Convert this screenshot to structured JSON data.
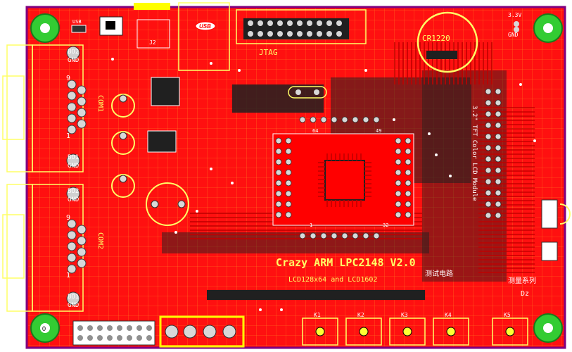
{
  "board": {
    "title": "Crazy ARM LPC2148 V2.0",
    "subtitle": "LCD128x64 and LCD1602",
    "side_label": "3.2\" TFT Color LCD Module",
    "usb_label": "USB",
    "jtag_label": "JTAG",
    "battery_label": "CR1220",
    "com1_label": "COM1",
    "com2_label": "COM2",
    "bo2_top": "BO2",
    "gnd_1": "GND",
    "bo1_mid": "BO1",
    "gnd_2": "GND",
    "bo2_mid": "BO2",
    "gnd_3": "GND",
    "bo1_bot": "BO1",
    "gnd_4": "GND",
    "pin9_a": "9",
    "pin1_a": "1",
    "pin9_b": "9",
    "pin1_b": "1",
    "pwr_33": "3.3V",
    "pwr_gnd": "GND",
    "j2_label": "J2",
    "k1": "K1",
    "k2": "K2",
    "k3": "K3",
    "k4": "K4",
    "k5": "K5",
    "usb_small": "USB",
    "chip_pin_64": "64",
    "chip_pin_49": "49",
    "chip_pin_1": "1",
    "chip_pin_32": "32",
    "hole_bl": "0",
    "cn_label_1": "测试电路",
    "cn_label_2": "测量系列",
    "dz_label": "Dz"
  },
  "colors": {
    "board_red": "#ff0000",
    "trace_red": "#e00000",
    "silk_yellow": "#ffff66",
    "pad_grey": "#c8c8c8",
    "hole_green": "#33cc33",
    "dark": "#202020",
    "outline_purple": "#800080"
  },
  "icons": [
    "usb-icon",
    "mounting-hole-icon",
    "battery-holder-icon",
    "crystal-icon",
    "capacitor-icon",
    "push-button-icon"
  ]
}
